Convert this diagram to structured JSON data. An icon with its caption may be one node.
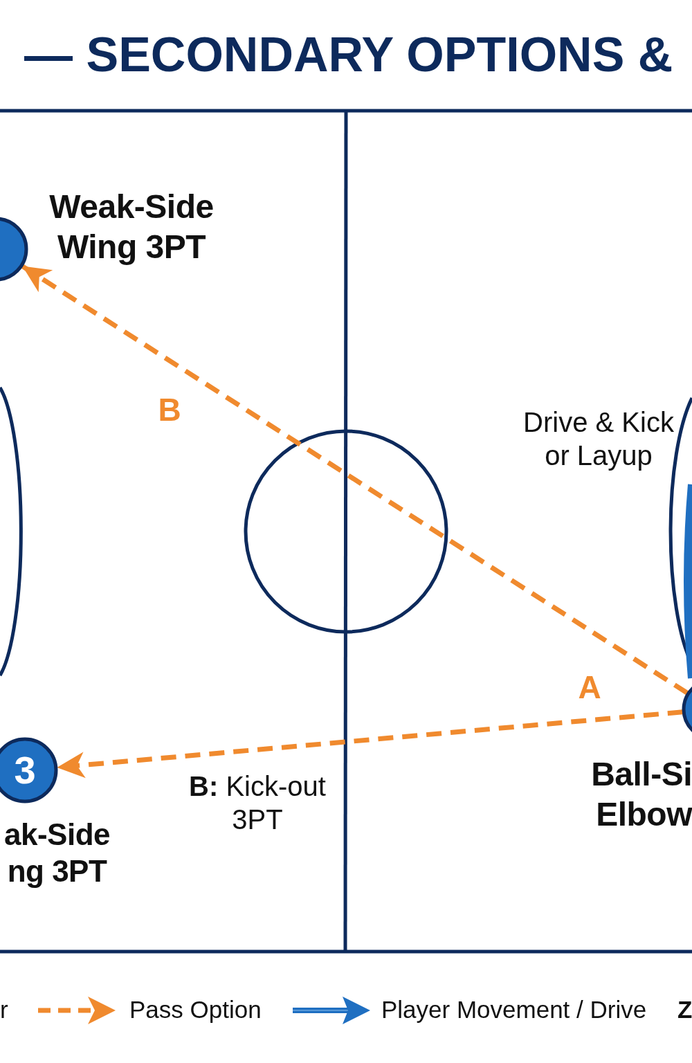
{
  "diagram": {
    "title": "— SECONDARY OPTIONS &",
    "nodes": [
      {
        "text": [],
        "shape": "circle",
        "beside": [
          "Weak-Side Wing 3PT"
        ]
      },
      {
        "text": [
          "3"
        ],
        "beside": [
          "ak-Side ng 3PT"
        ]
      },
      {
        "text": [],
        "shape": "circle",
        "beside": [
          "Ball-Si Elbow"
        ]
      }
    ],
    "edges": [
      {
        "from": 2,
        "to": 0,
        "arrow": "to",
        "label": "B",
        "style": "dashed",
        "color": "#f08a2e"
      },
      {
        "from": 2,
        "to": 1,
        "arrow": "to",
        "label": "A",
        "style": "dashed",
        "color": "#f08a2e"
      }
    ],
    "labels": [
      "Drive & Kick or Layup",
      "**B:** Kick-out 3PT",
      "r",
      "Z"
    ],
    "legend": [
      {
        "text": "Pass Option"
      },
      {
        "text": "Player Movement / Drive"
      }
    ]
  }
}
